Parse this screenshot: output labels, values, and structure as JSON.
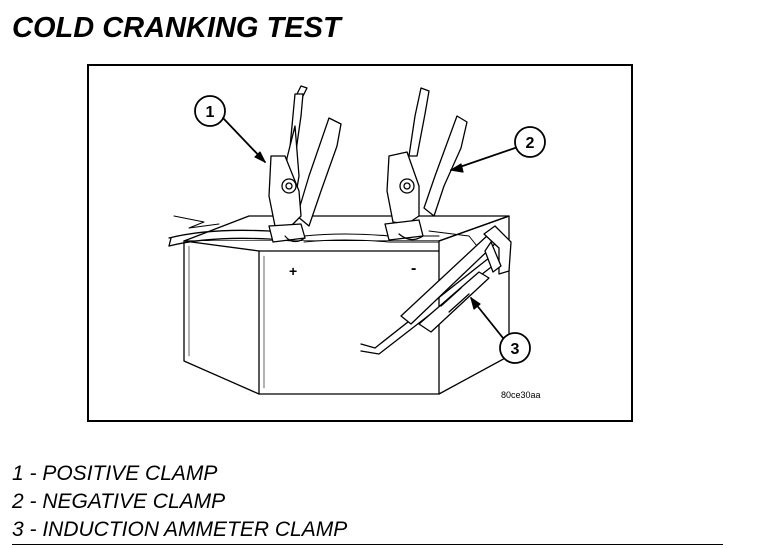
{
  "title": "COLD CRANKING TEST",
  "figure": {
    "callouts": [
      {
        "number": "1"
      },
      {
        "number": "2"
      },
      {
        "number": "3"
      }
    ],
    "terminal_positive": "+",
    "terminal_negative": "-",
    "figure_code": "80ce30aa"
  },
  "legend": [
    {
      "text": "1 - POSITIVE CLAMP"
    },
    {
      "text": "2 - NEGATIVE CLAMP"
    },
    {
      "text": "3 - INDUCTION AMMETER CLAMP"
    }
  ]
}
